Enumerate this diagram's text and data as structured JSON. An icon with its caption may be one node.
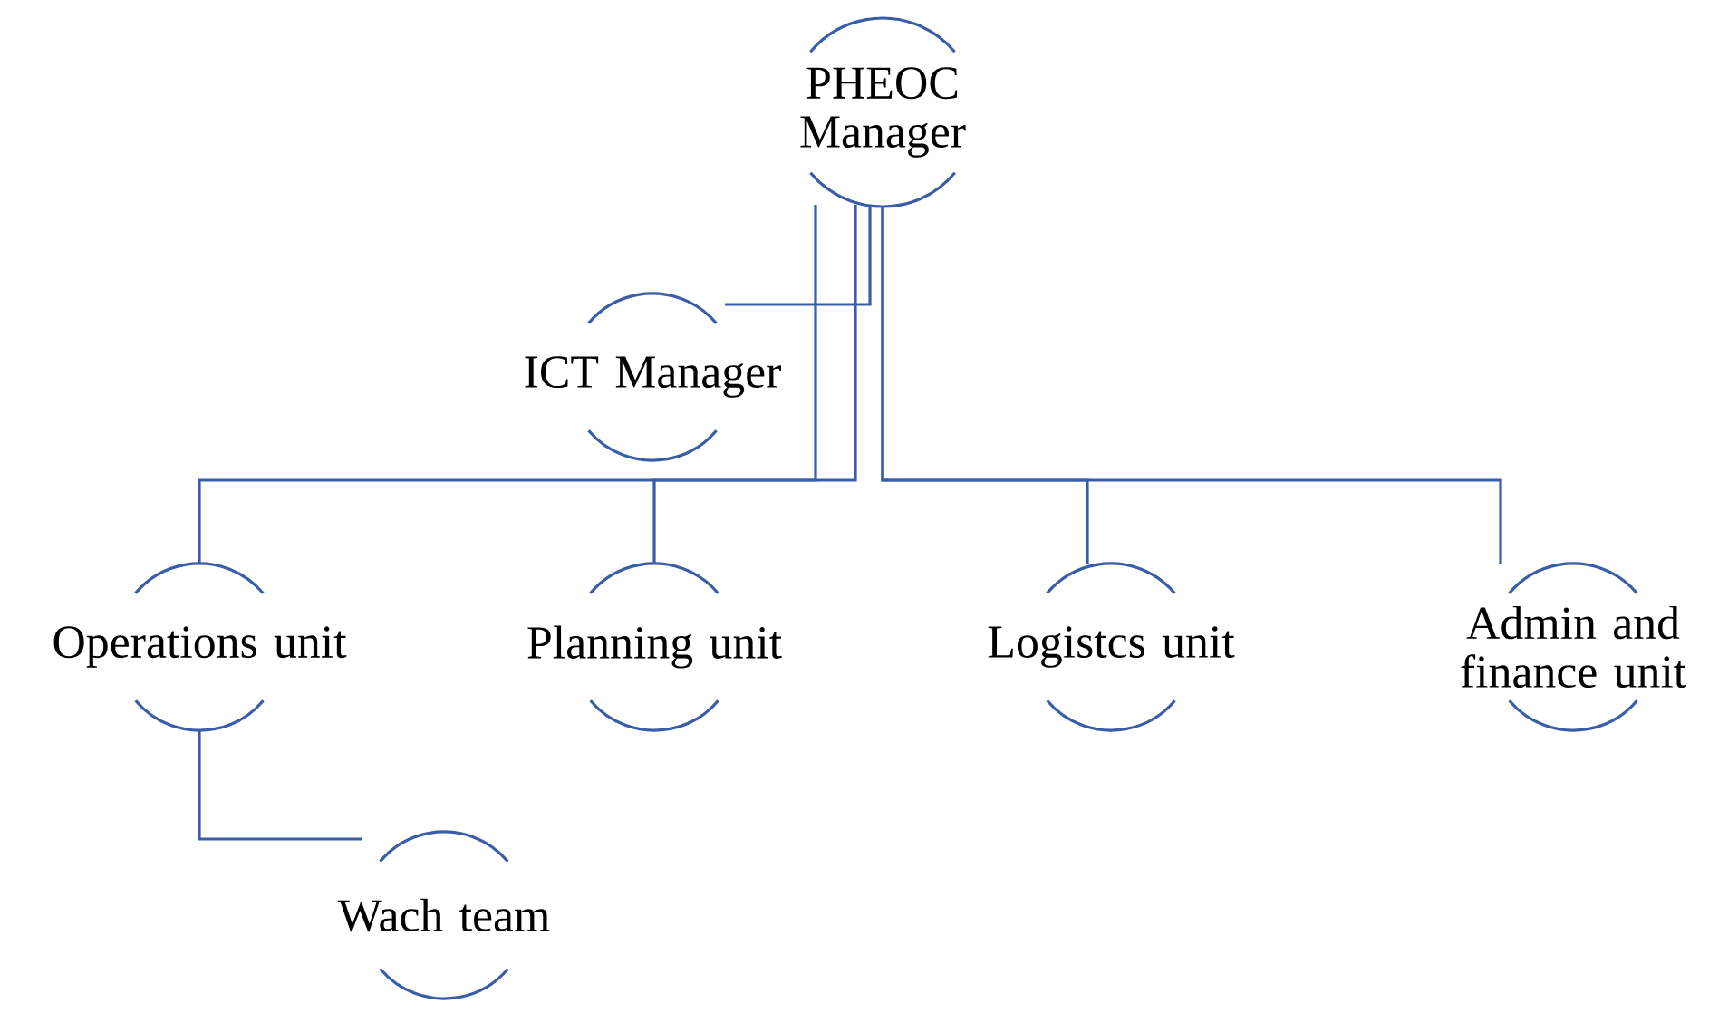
{
  "diagram": {
    "nodes": [
      {
        "text": [
          "PHEOC Manager"
        ]
      },
      {
        "text": [
          "ICT Manager"
        ]
      },
      {
        "text": [
          "Operations unit"
        ]
      },
      {
        "text": [
          "Planning unit"
        ]
      },
      {
        "text": [
          "Logistcs unit"
        ]
      },
      {
        "text": [
          "Admin and finance unit"
        ]
      },
      {
        "text": [
          "Wach team"
        ]
      }
    ],
    "edges": [
      {
        "from": 0,
        "to": 1,
        "arrow": "none"
      },
      {
        "from": 0,
        "to": 2,
        "arrow": "none"
      },
      {
        "from": 0,
        "to": 3,
        "arrow": "none"
      },
      {
        "from": 0,
        "to": 4,
        "arrow": "none"
      },
      {
        "from": 0,
        "to": 5,
        "arrow": "none"
      },
      {
        "from": 2,
        "to": 6,
        "arrow": "none"
      }
    ]
  }
}
